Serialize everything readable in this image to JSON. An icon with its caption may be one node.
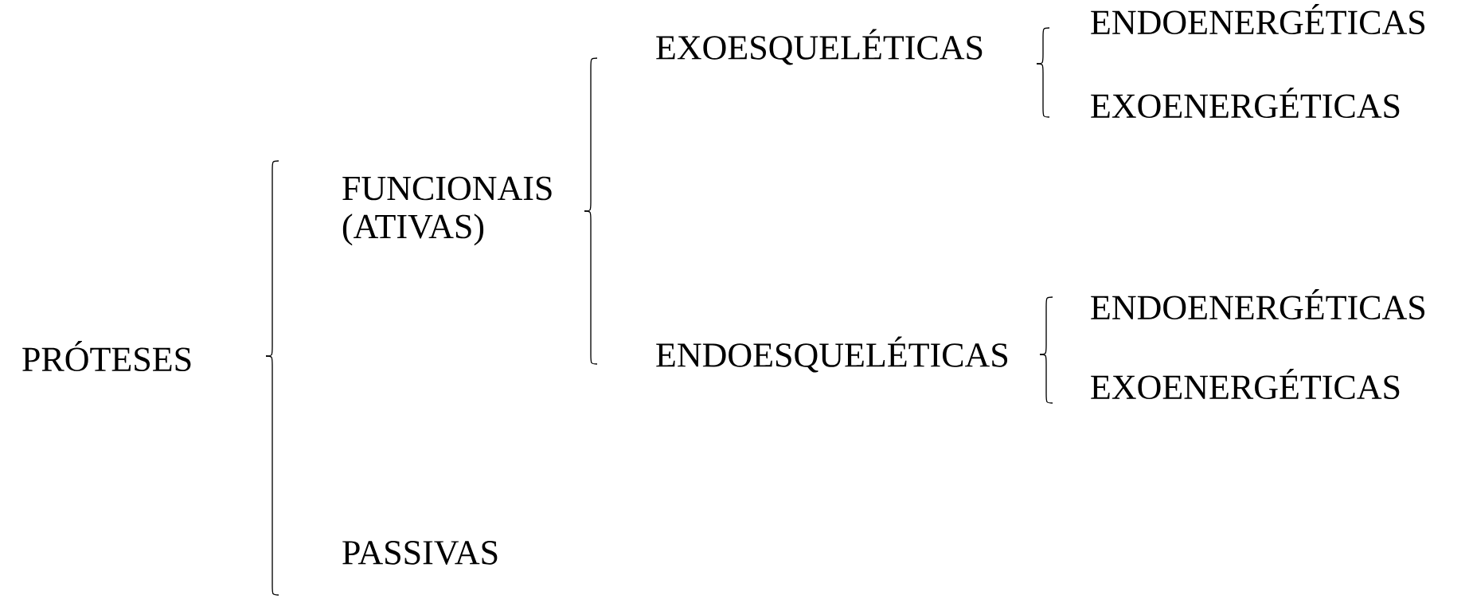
{
  "diagram": {
    "nodes": [
      {
        "text": [
          "PRÓTESES"
        ]
      },
      {
        "text": [
          "FUNCIONAIS (ATIVAS)"
        ]
      },
      {
        "text": [
          "PASSIVAS"
        ]
      },
      {
        "text": [
          "EXOESQUELÉTICAS"
        ]
      },
      {
        "text": [
          "ENDOESQUELÉTICAS"
        ]
      },
      {
        "text": [
          "ENDOENERGÉTICAS"
        ]
      },
      {
        "text": [
          "EXOENERGÉTICAS"
        ]
      },
      {
        "text": [
          "ENDOENERGÉTICAS"
        ]
      },
      {
        "text": [
          "EXOENERGÉTICAS"
        ]
      }
    ],
    "edges": [
      {
        "from": 0,
        "to": 1,
        "arrow": "none"
      },
      {
        "from": 0,
        "to": 2,
        "arrow": "none"
      },
      {
        "from": 1,
        "to": 3,
        "arrow": "none"
      },
      {
        "from": 1,
        "to": 4,
        "arrow": "none"
      },
      {
        "from": 3,
        "to": 5,
        "arrow": "none"
      },
      {
        "from": 3,
        "to": 6,
        "arrow": "none"
      },
      {
        "from": 4,
        "to": 7,
        "arrow": "none"
      },
      {
        "from": 4,
        "to": 8,
        "arrow": "none"
      }
    ]
  }
}
